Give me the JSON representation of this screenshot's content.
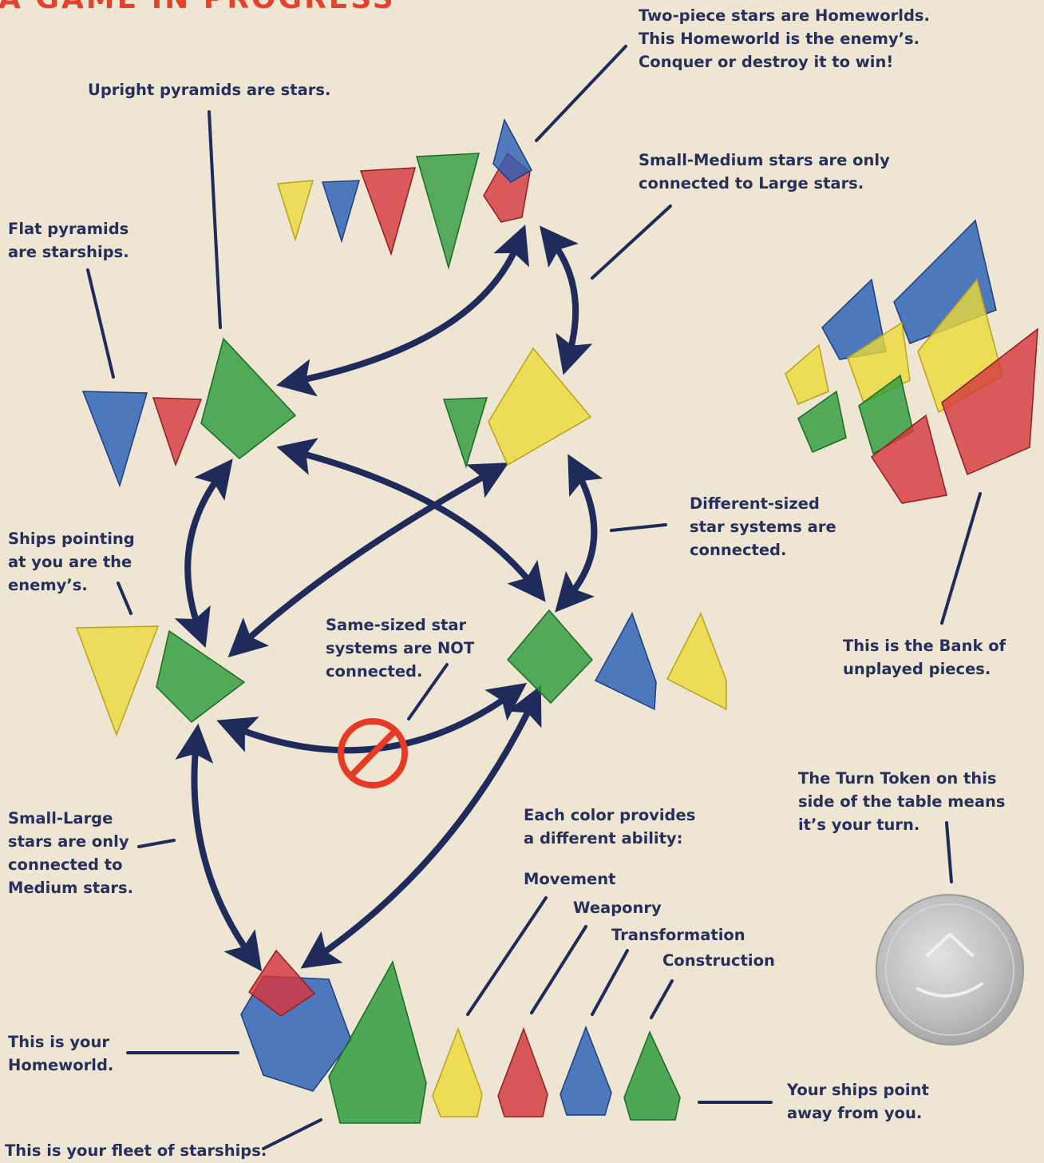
{
  "page": {
    "heading": "A GAME IN PROGRESS",
    "colors": {
      "background": "#efe5d3",
      "heading": "#e2432e",
      "text": "#27305c",
      "arrows": "#1f2b5b",
      "no_symbol": "#e63a25",
      "piece_green": "#2a9a3a",
      "piece_yellow": "#ecd93a",
      "piece_red": "#d4363d",
      "piece_blue": "#2a5fb6",
      "turn_token": "#c9c9c9"
    }
  },
  "labels": {
    "upright": [
      "Upright pyramids are stars."
    ],
    "homeworld_enemy": [
      "Two-piece stars are Homeworlds.",
      "This Homeworld is the enemy’s.",
      "Conquer or destroy it to win!"
    ],
    "small_medium": [
      "Small-Medium stars are only",
      "connected to Large stars."
    ],
    "flat": [
      "Flat pyramids",
      "are starships."
    ],
    "different_sized": [
      "Different-sized",
      "star systems are",
      "connected."
    ],
    "ships_pointing": [
      "Ships pointing",
      "at you are the",
      "enemy’s."
    ],
    "same_sized": [
      "Same-sized star",
      "systems are NOT",
      "connected."
    ],
    "bank": [
      "This is the Bank of",
      "unplayed pieces."
    ],
    "turn_token": [
      "The Turn Token on this",
      "side of the table means",
      "it’s your turn."
    ],
    "each_color": [
      "Each color provides",
      "a different ability:"
    ],
    "movement": [
      "Movement"
    ],
    "weaponry": [
      "Weaponry"
    ],
    "transformation": [
      "Transformation"
    ],
    "construction": [
      "Construction"
    ],
    "small_large": [
      "Small-Large",
      "stars are only",
      "connected to",
      "Medium stars."
    ],
    "your_homeworld": [
      "This is your",
      "Homeworld."
    ],
    "ships_away": [
      "Your ships point",
      "away from you."
    ],
    "fleet": [
      "This is your fleet of starships."
    ]
  }
}
